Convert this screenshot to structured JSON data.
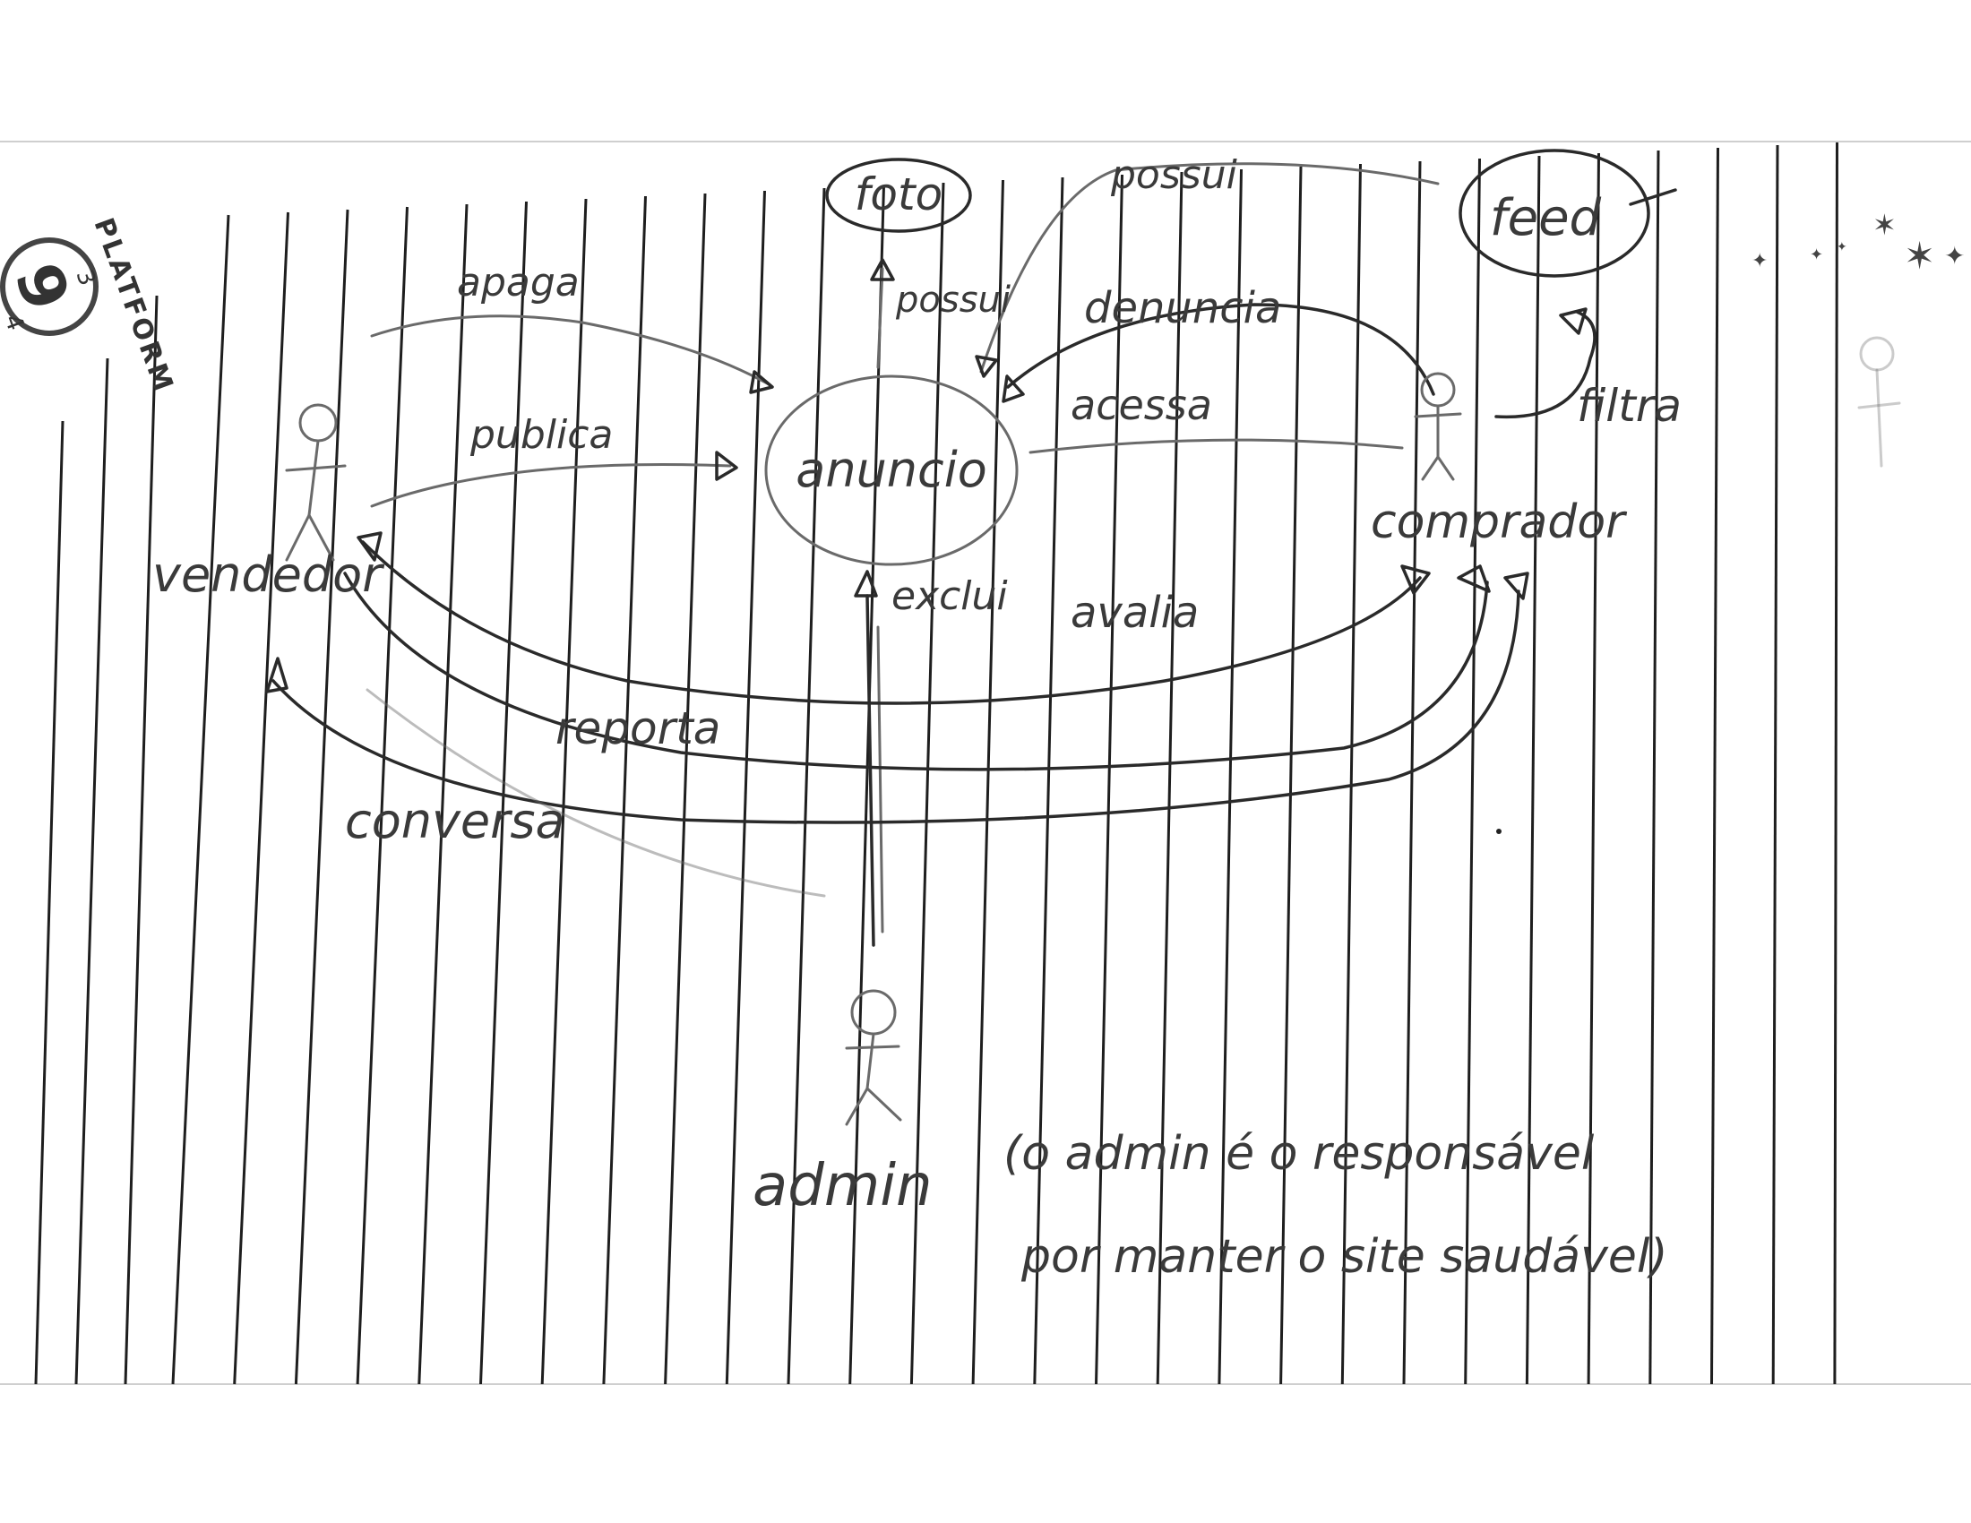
{
  "logo": {
    "brand_text": "PLATFORM",
    "numeral": "9",
    "fraction_top": "3",
    "fraction_bottom": "4"
  },
  "diagram": {
    "entities": {
      "foto": "foto",
      "feed": "feed",
      "anuncio": "anuncio"
    },
    "actors": {
      "vendedor": "vendedor",
      "comprador": "comprador",
      "admin": "admin"
    },
    "relations": {
      "apaga": "apaga",
      "publica": "publica",
      "possui_top": "possui",
      "possui_foto": "possui",
      "denuncia": "denuncia",
      "acessa": "acessa",
      "filtra": "filtra",
      "exclui": "exclui",
      "avalia": "avalia",
      "reporta": "reporta",
      "conversa": "conversa"
    },
    "note": {
      "line1": "(o admin é o responsável",
      "line2": "por manter o site saudável)"
    }
  },
  "colors": {
    "ink": "#2a2a2a",
    "pencil": "#6a6a6a",
    "rule": "#1e1e1e",
    "paper": "#ffffff"
  }
}
